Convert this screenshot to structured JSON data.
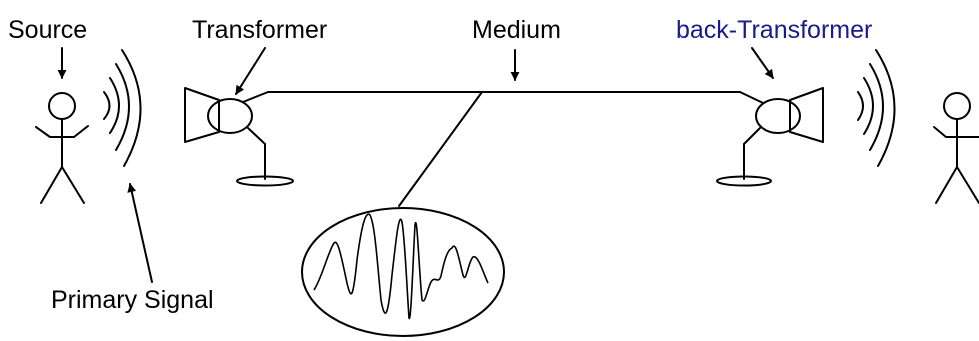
{
  "labels": {
    "source": "Source",
    "transformer": "Transformer",
    "medium": "Medium",
    "back_transformer": "back-Transformer",
    "primary_signal": "Primary Signal"
  },
  "colors": {
    "ink": "#000000",
    "back_transformer_label": "#1a1a8c",
    "background": "#ffffff"
  }
}
